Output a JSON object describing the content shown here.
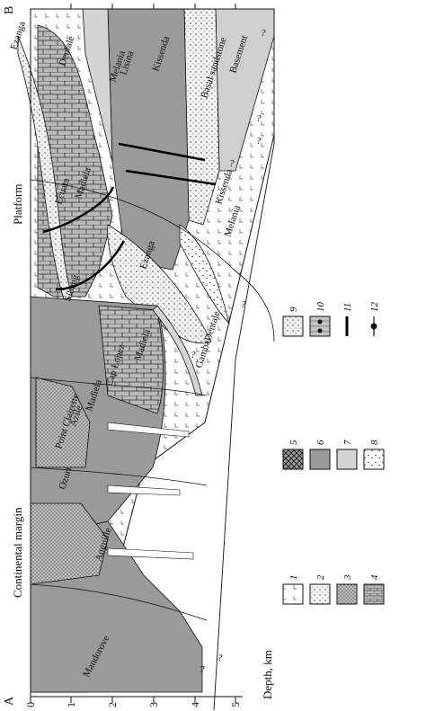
{
  "figure": {
    "endpoint_left": "A",
    "endpoint_right": "B",
    "region_left": "Continental margin",
    "region_right": "Platform",
    "depth_axis_label": "Depth, km",
    "depth_ticks": [
      "0",
      "1",
      "2",
      "3",
      "4",
      "5"
    ]
  },
  "formations": {
    "mandorove": "Mandorove",
    "anguille": "Anguille",
    "ozuri": "Ozuri",
    "pointe_clairette": "Point Clairette",
    "azile": "Azile",
    "madiela_left": "Madiela",
    "cap_lopez": "Cap Lopez",
    "madiela_centre": "Madiela",
    "sibang": "Sibang",
    "ezanga_centre": "Ezanga",
    "gamba": "Gamba",
    "dentale_centre": "Dentale",
    "ecuata": "Ecuata",
    "madiela_right": "Madiela",
    "melania_centre": "Melania",
    "kissenda_centre": "Kissenda",
    "ezanga_right": "Ezanga",
    "dentale_right": "Dentale",
    "melania_right": "Melania",
    "lisina": "Lisina",
    "kissenda_right": "Kissenda",
    "basal_sandstone": "Basal sandstone",
    "basement": "Basement"
  },
  "legend": [
    {
      "key": "1",
      "pattern": "anhydrite-ticks"
    },
    {
      "key": "2",
      "pattern": "sparse-dots"
    },
    {
      "key": "3",
      "pattern": "dense-dots"
    },
    {
      "key": "4",
      "pattern": "brick"
    },
    {
      "key": "5",
      "pattern": "crosshatch"
    },
    {
      "key": "6",
      "pattern": "dark-grey"
    },
    {
      "key": "7",
      "pattern": "light-grey"
    },
    {
      "key": "8",
      "pattern": "dashes"
    },
    {
      "key": "9",
      "pattern": "fine-dots"
    },
    {
      "key": "10",
      "pattern": "lined-with-dots"
    },
    {
      "key": "11",
      "pattern": "bold-line"
    },
    {
      "key": "12",
      "pattern": "line-with-dot"
    }
  ],
  "colors": {
    "dark_grey": "#9a9a9a",
    "light_grey": "#d4d4d4",
    "ink": "#111111"
  }
}
